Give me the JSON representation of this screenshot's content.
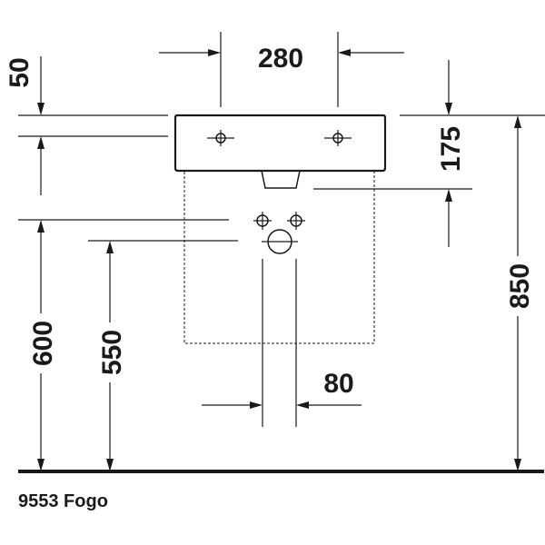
{
  "dimensions": {
    "tap_spacing": "280",
    "rim_offset": "50",
    "waste_outlet_depth": "175",
    "rim_height": "850",
    "supply_height": "600",
    "waste_height": "550",
    "supply_spacing": "80"
  },
  "caption": "9553 Fogo"
}
